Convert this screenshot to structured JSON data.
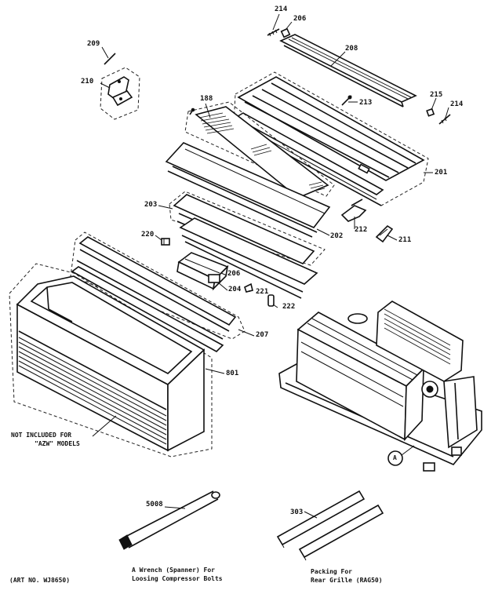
{
  "labels": {
    "p214a": "214",
    "p206a": "206",
    "p208a": "208",
    "p209": "209",
    "p210": "210",
    "p188": "188",
    "p213": "213",
    "p215": "215",
    "p214b": "214",
    "p201": "201",
    "p203": "203",
    "p212": "212",
    "p202": "202",
    "p211": "211",
    "p220": "220",
    "p206b": "206",
    "p204": "204",
    "p221": "221",
    "p222": "222",
    "p207": "207",
    "p801": "801",
    "p5008": "5008",
    "p303": "303",
    "pA": "A"
  },
  "notes": {
    "not_included_line1": "NOT INCLUDED FOR",
    "not_included_line2": "\"AZW\" MODELS",
    "wrench_line1": "A Wrench (Spanner) For",
    "wrench_line2": "Loosing Compressor Bolts",
    "packing_line1": "Packing For",
    "packing_line2": "Rear Grille (RAG50)",
    "art_no": "(ART NO. WJ8650)"
  }
}
